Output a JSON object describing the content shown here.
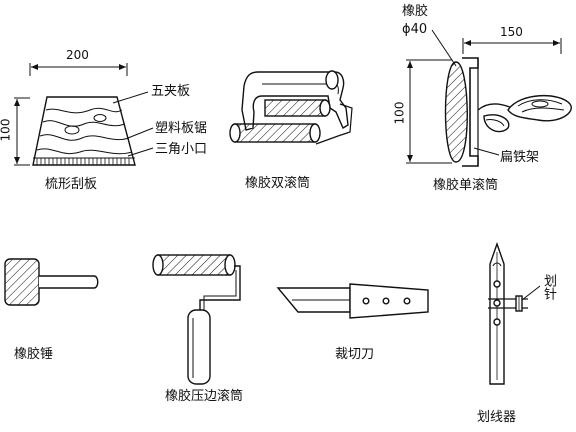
{
  "tools": {
    "comb_scraper": {
      "caption": "梳形刮板",
      "dim_width": "200",
      "dim_height": "100",
      "note_top": "五夹板",
      "note_mid": "塑料板锯",
      "note_bottom": "三角小口"
    },
    "double_roller": {
      "caption": "橡胶双滚筒"
    },
    "single_roller": {
      "caption": "橡胶单滚筒",
      "note_rubber": "橡胶",
      "note_diameter": "ϕ40",
      "dim_width": "150",
      "dim_height": "100",
      "note_frame": "扁铁架"
    },
    "rubber_hammer": {
      "caption": "橡胶锤"
    },
    "edge_roller": {
      "caption": "橡胶压边滚筒"
    },
    "cutter": {
      "caption": "裁切刀"
    },
    "marker": {
      "caption": "划线器",
      "note_needle": "划针"
    }
  }
}
